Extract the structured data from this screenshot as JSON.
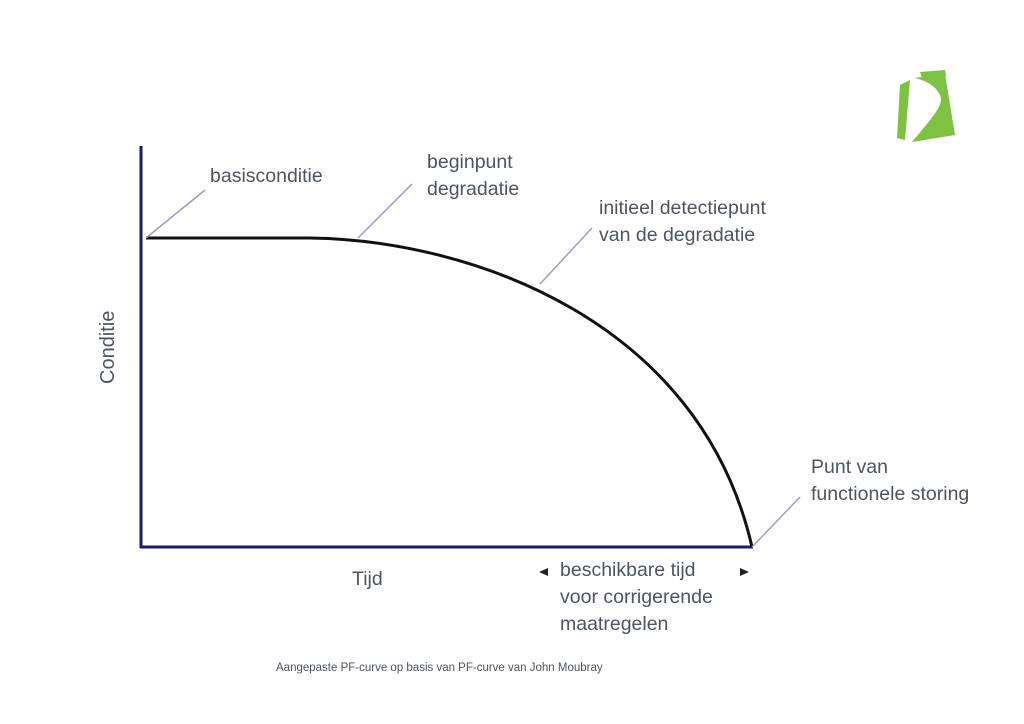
{
  "labels": {
    "basiscondition": "basisconditie",
    "beginpunt": "beginpunt\ndegradatie",
    "detectiepunt": "initieel detectiepunt\nvan de degradatie",
    "storing": "Punt van\nfunctionele storing",
    "beschikbare_tijd": "beschikbare tijd\nvoor corrigerende\nmaatregelen"
  },
  "axes": {
    "y_label": "Conditie",
    "x_label": "Tijd"
  },
  "caption": "Aangepaste PF-curve op basis van PF-curve van John Moubray",
  "colors": {
    "axis": "#1c1c6b",
    "curve": "#111111",
    "leader": "#9c9cc9",
    "text": "#4b5563",
    "logo": "#7dc243"
  },
  "logo": "green-square-logo"
}
